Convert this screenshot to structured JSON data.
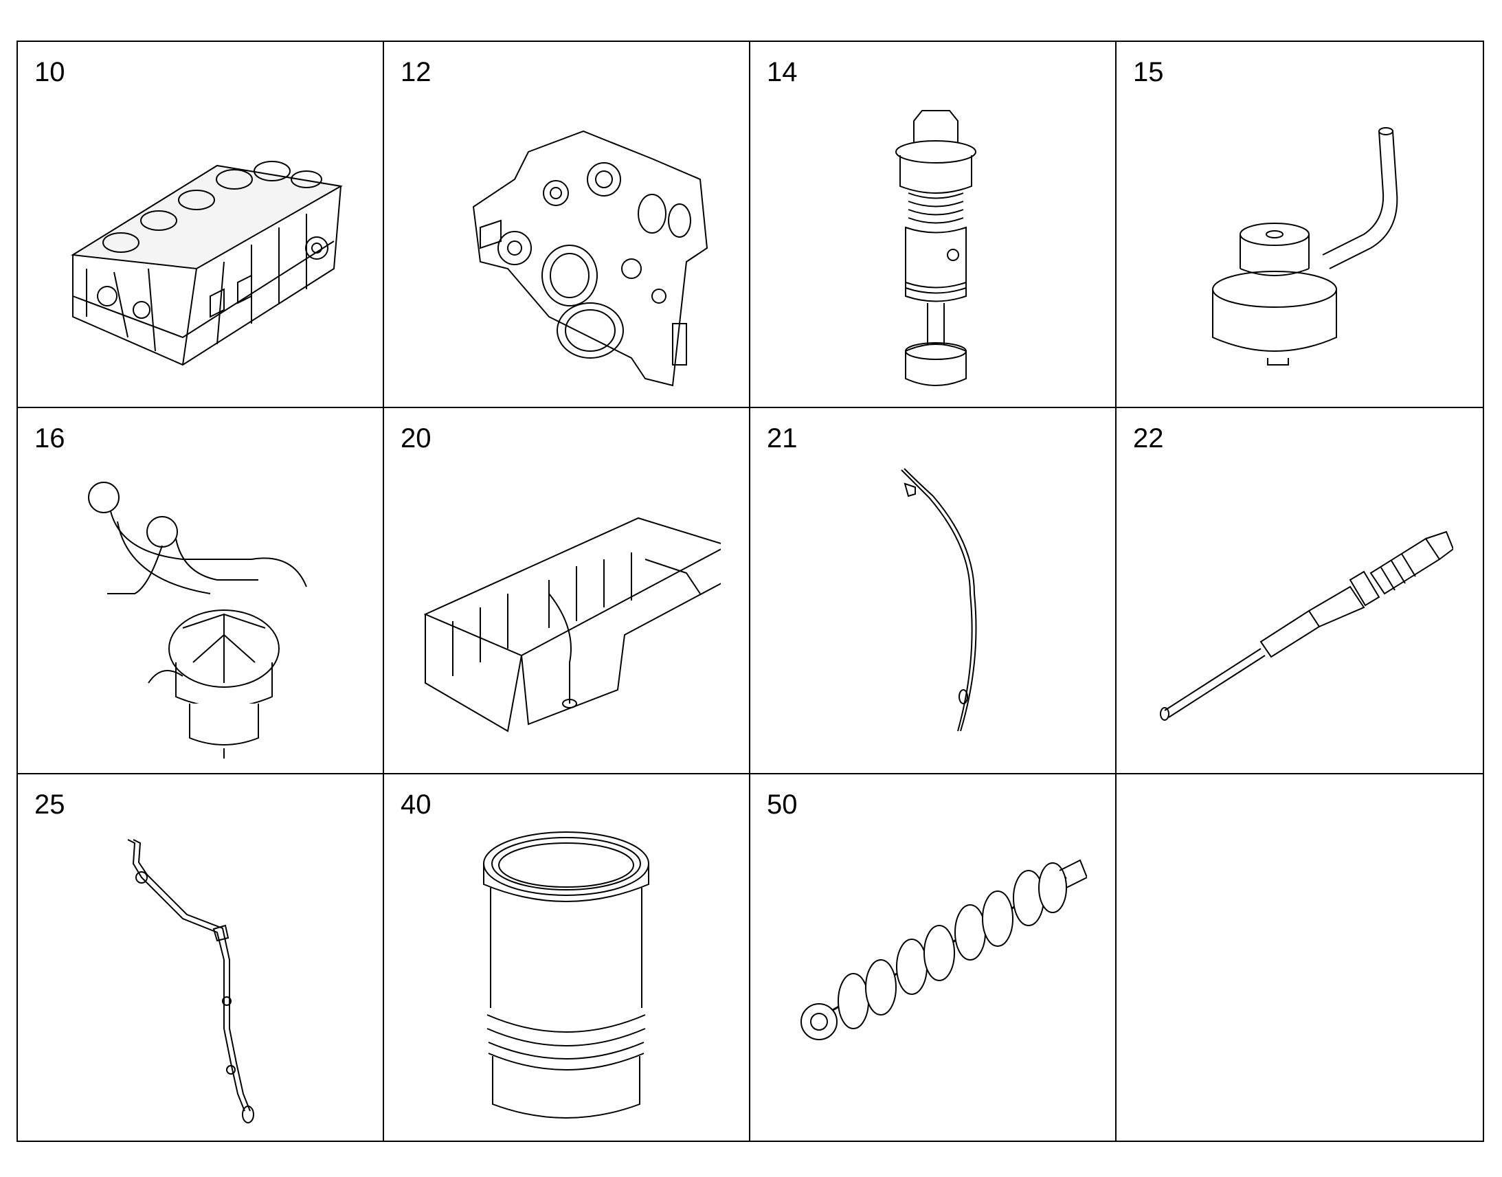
{
  "parts": [
    {
      "number": "10",
      "icon": "cylinder-block-icon"
    },
    {
      "number": "12",
      "icon": "timing-case-icon"
    },
    {
      "number": "14",
      "icon": "relief-valve-icon"
    },
    {
      "number": "15",
      "icon": "oil-spray-nozzle-icon"
    },
    {
      "number": "16",
      "icon": "oil-separator-icon"
    },
    {
      "number": "20",
      "icon": "oil-pan-icon"
    },
    {
      "number": "21",
      "icon": "dipstick-icon"
    },
    {
      "number": "22",
      "icon": "oil-level-sensor-icon"
    },
    {
      "number": "25",
      "icon": "dipstick-guide-tube-icon"
    },
    {
      "number": "40",
      "icon": "cylinder-liner-icon"
    },
    {
      "number": "50",
      "icon": "crankshaft-icon"
    },
    {
      "number": "",
      "icon": ""
    }
  ]
}
